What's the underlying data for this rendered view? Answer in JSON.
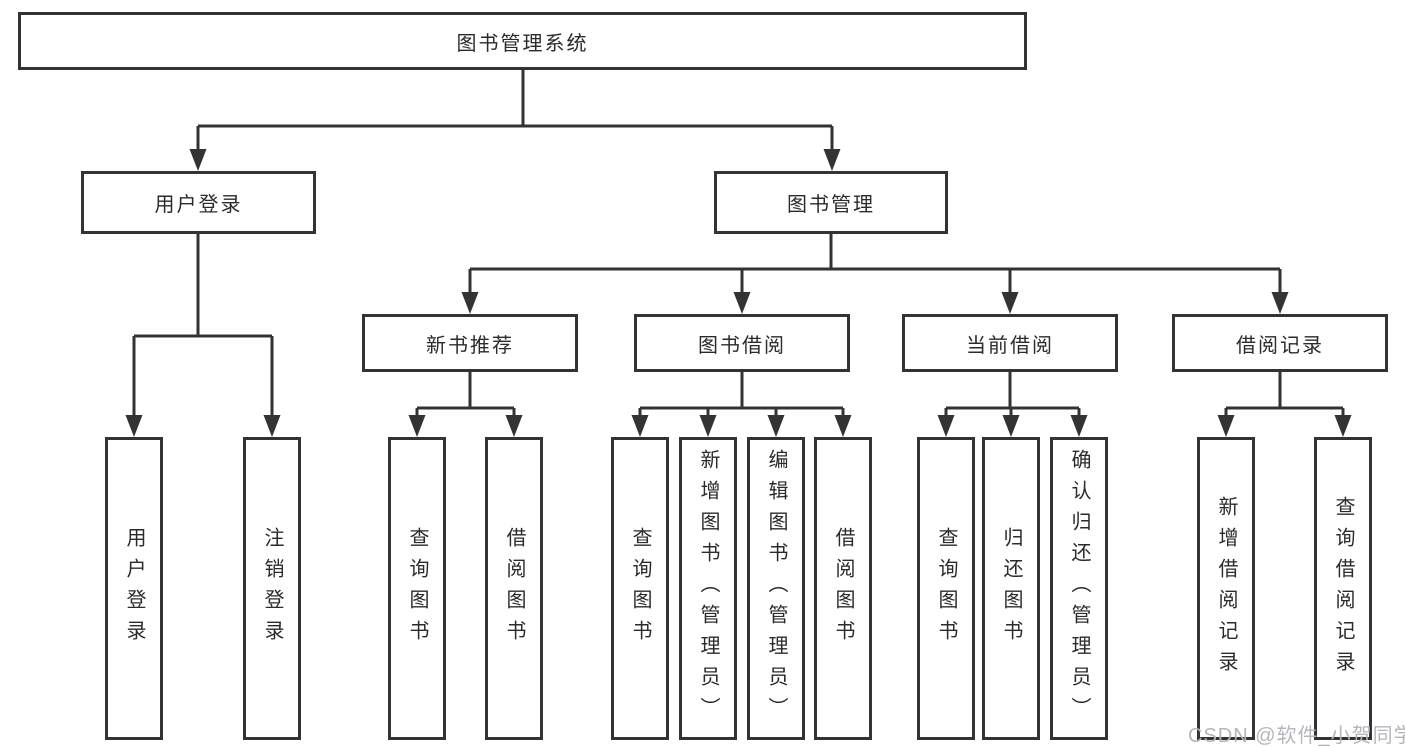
{
  "diagram_title": "图书管理系统",
  "watermark": "CSDN @软件_小贺同学",
  "colors": {
    "line": "#333333",
    "box_border": "#333333",
    "box_background": "#ffffff",
    "text": "#2b2b2b",
    "watermark_text": "#b3b6bc",
    "background": "#ffffff"
  },
  "tree": {
    "root": {
      "label": "图书管理系统"
    },
    "branches": [
      {
        "label": "用户登录",
        "children": [
          {
            "label": "用户登录"
          },
          {
            "label": "注销登录"
          }
        ]
      },
      {
        "label": "图书管理",
        "children": [
          {
            "label": "新书推荐",
            "children": [
              {
                "label": "查询图书"
              },
              {
                "label": "借阅图书"
              }
            ]
          },
          {
            "label": "图书借阅",
            "children": [
              {
                "label": "查询图书"
              },
              {
                "label": "新增图书（管理员）"
              },
              {
                "label": "编辑图书（管理员）"
              },
              {
                "label": "借阅图书"
              }
            ]
          },
          {
            "label": "当前借阅",
            "children": [
              {
                "label": "查询图书"
              },
              {
                "label": "归还图书"
              },
              {
                "label": "确认归还（管理员）"
              }
            ]
          },
          {
            "label": "借阅记录",
            "children": [
              {
                "label": "新增借阅记录"
              },
              {
                "label": "查询借阅记录"
              }
            ]
          }
        ]
      }
    ]
  }
}
